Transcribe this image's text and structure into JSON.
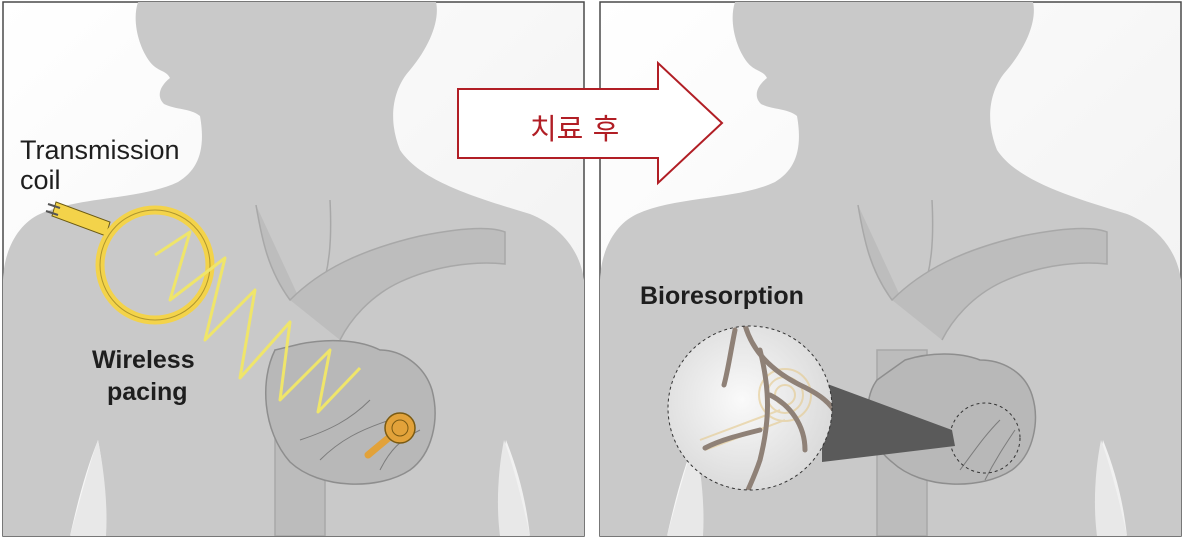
{
  "labels": {
    "transmission_coil_line1": "Transmission",
    "transmission_coil_line2": "coil",
    "wireless_pacing_line1": "Wireless",
    "wireless_pacing_line2": "pacing",
    "arrow_text": "치료 후",
    "bioresorption": "Bioresorption"
  },
  "colors": {
    "arrow_stroke": "#b11e25",
    "coil_gold": "#f3d34a",
    "wave_yellow": "#efe56a",
    "device_orange": "#e2a23a",
    "body_gray": "#c9c9c9",
    "panel_border": "#4a4a4a"
  }
}
